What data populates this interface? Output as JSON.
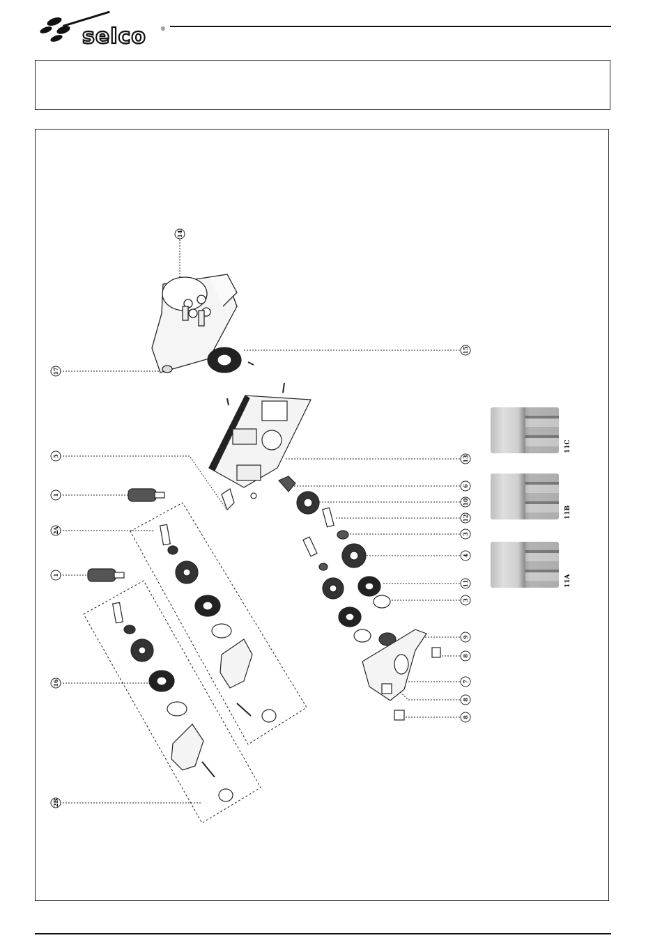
{
  "header": {
    "brand": "selco",
    "registered_mark": "®"
  },
  "diagram": {
    "callouts": [
      "14",
      "15",
      "17",
      "5",
      "13",
      "1",
      "6",
      "10",
      "2A",
      "12",
      "3",
      "4",
      "1",
      "11",
      "3",
      "9",
      "8",
      "16",
      "7",
      "8",
      "8",
      "2B"
    ],
    "rollers": [
      "11C",
      "11B",
      "11A"
    ]
  }
}
